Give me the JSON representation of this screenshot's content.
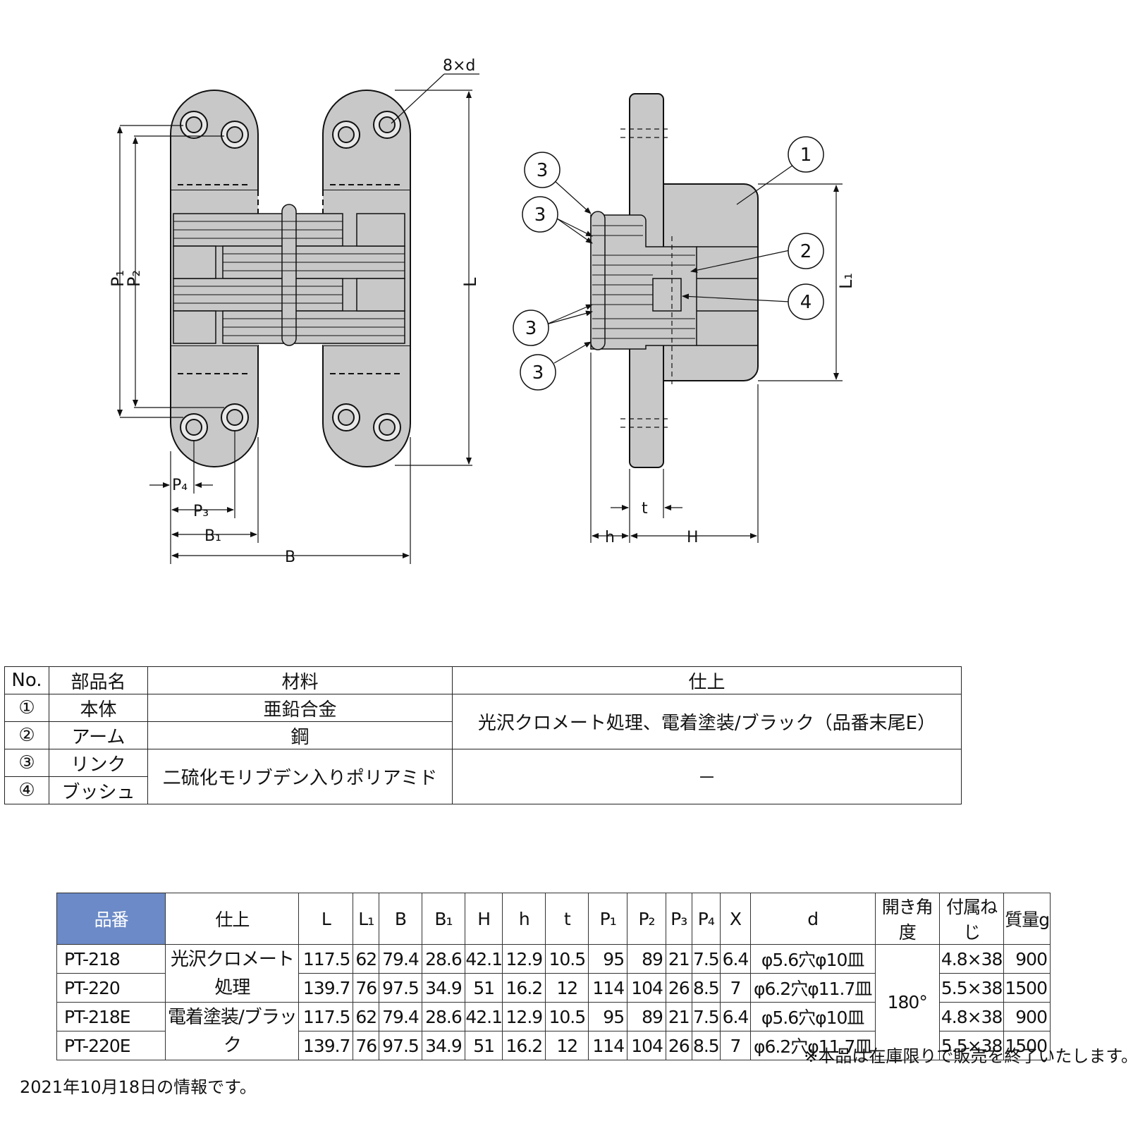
{
  "drawing": {
    "labels": {
      "holes": "8×d",
      "L": "L",
      "L1": "L₁",
      "P1": "P₁",
      "P2": "P₂",
      "P3": "P₃",
      "P4": "P₄",
      "B1": "B₁",
      "B": "B",
      "h": "h",
      "t": "t",
      "H": "H"
    },
    "callouts": [
      "1",
      "2",
      "3",
      "4"
    ]
  },
  "parts_table": {
    "headers": [
      "No.",
      "部品名",
      "材料",
      "仕上"
    ],
    "rows": [
      {
        "no": "①",
        "name": "本体",
        "material": "亜鉛合金"
      },
      {
        "no": "②",
        "name": "アーム",
        "material": "鋼"
      },
      {
        "no": "③",
        "name": "リンク",
        "material": "二硫化モリブデン入りポリアミド"
      },
      {
        "no": "④",
        "name": "ブッシュ"
      }
    ],
    "finish_1_2": "光沢クロメート処理、電着塗装/ブラック（品番末尾E）",
    "finish_3_4": "－"
  },
  "spec_table": {
    "headers": [
      "品番",
      "仕上",
      "L",
      "L₁",
      "B",
      "B₁",
      "H",
      "h",
      "t",
      "P₁",
      "P₂",
      "P₃",
      "P₄",
      "X",
      "d",
      "開き角度",
      "付属ねじ",
      "質量g"
    ],
    "finish_groups": [
      "光沢クロメート処理",
      "電着塗装/ブラック"
    ],
    "angle": "180°",
    "rows": [
      {
        "code": "PT-218",
        "L": "117.5",
        "L1": "62",
        "B": "79.4",
        "B1": "28.6",
        "H": "42.1",
        "h": "12.9",
        "t": "10.5",
        "P1": "95",
        "P2": "89",
        "P3": "21",
        "P4": "7.5",
        "X": "6.4",
        "d": "φ5.6穴φ10皿",
        "screw": "4.8×38",
        "mass": "900"
      },
      {
        "code": "PT-220",
        "L": "139.7",
        "L1": "76",
        "B": "97.5",
        "B1": "34.9",
        "H": "51",
        "h": "16.2",
        "t": "12",
        "P1": "114",
        "P2": "104",
        "P3": "26",
        "P4": "8.5",
        "X": "7",
        "d": "φ6.2穴φ11.7皿",
        "screw": "5.5×38",
        "mass": "1500"
      },
      {
        "code": "PT-218E",
        "L": "117.5",
        "L1": "62",
        "B": "79.4",
        "B1": "28.6",
        "H": "42.1",
        "h": "12.9",
        "t": "10.5",
        "P1": "95",
        "P2": "89",
        "P3": "21",
        "P4": "7.5",
        "X": "6.4",
        "d": "φ5.6穴φ10皿",
        "screw": "4.8×38",
        "mass": "900"
      },
      {
        "code": "PT-220E",
        "L": "139.7",
        "L1": "76",
        "B": "97.5",
        "B1": "34.9",
        "H": "51",
        "h": "16.2",
        "t": "12",
        "P1": "114",
        "P2": "104",
        "P3": "26",
        "P4": "8.5",
        "X": "7",
        "d": "φ6.2穴φ11.7皿",
        "screw": "5.5×38",
        "mass": "1500"
      }
    ]
  },
  "notes": {
    "discontinued": "※本品は在庫限りで販売を終了いたします。",
    "date": "2021年10月18日の情報です。"
  }
}
